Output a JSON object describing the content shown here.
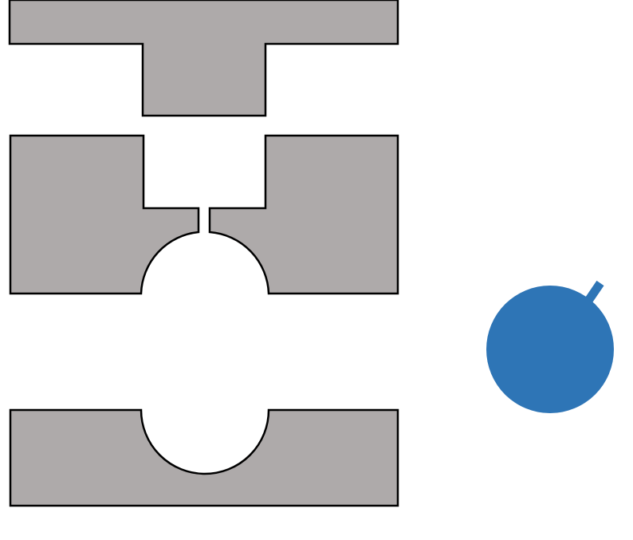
{
  "colors": {
    "mold_fill": "#aeaaaa",
    "mold_stroke": "#000000",
    "blank_fill": "#2e75b6",
    "background": "#ffffff"
  },
  "parts": [
    {
      "id": "punch",
      "shape": "t-shaped plunger"
    },
    {
      "id": "upper-die",
      "shape": "die half with channel and sprue"
    },
    {
      "id": "lower-die",
      "shape": "die half with hemispherical cavity"
    },
    {
      "id": "blank",
      "shape": "round blank with stem"
    }
  ]
}
